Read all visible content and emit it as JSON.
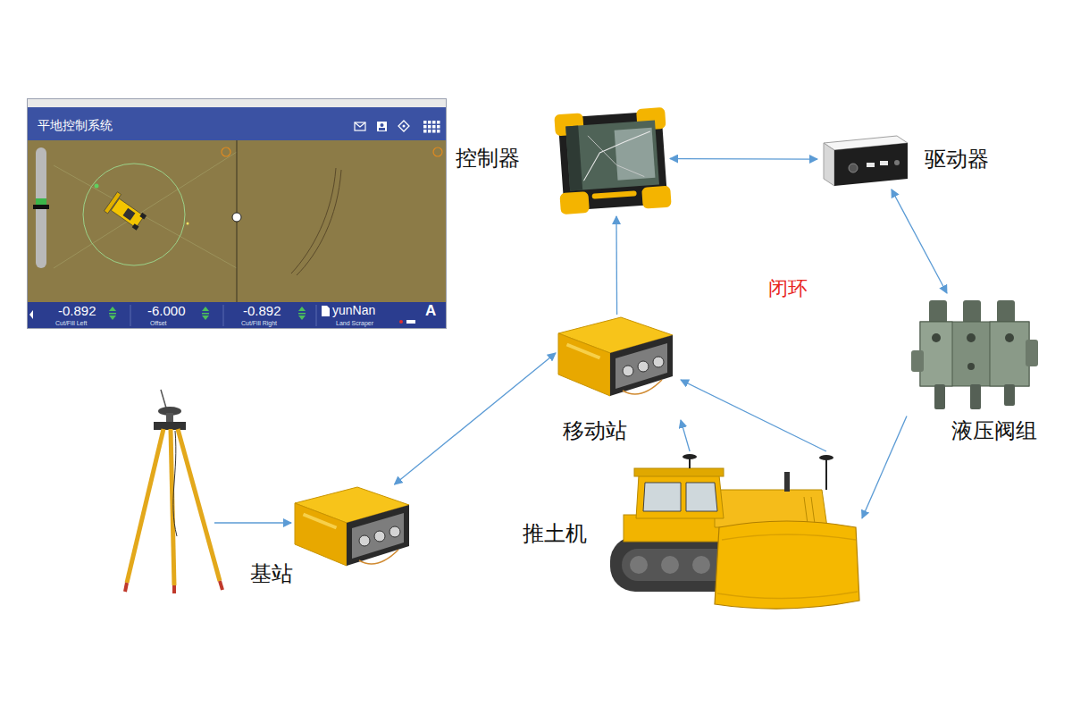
{
  "diagram": {
    "nodes": [
      {
        "text": [
          "平地控制系统",
          "-0.892",
          "Cut/Fill Left",
          "-6.000",
          "Offset",
          "-0.892",
          "Cut/Fill Right",
          "yunNan",
          "Land Scraper",
          "A"
        ]
      },
      {
        "text": [
          "控制器"
        ]
      },
      {
        "text": [
          "驱动器"
        ]
      },
      {
        "text": [
          "移动站"
        ]
      },
      {
        "text": [
          "液压阀组"
        ]
      },
      {
        "text": [
          "基站"
        ]
      },
      {
        "text": [
          "推土机"
        ]
      }
    ],
    "edges": [
      {
        "from": 1,
        "to": 2,
        "arrow": "both"
      },
      {
        "from": 3,
        "to": 1,
        "arrow": "to"
      },
      {
        "from": 2,
        "to": 4,
        "arrow": "both"
      },
      {
        "from": 4,
        "to": 6,
        "arrow": "to"
      },
      {
        "from": 5,
        "to": 3,
        "arrow": "both"
      },
      {
        "from": 6,
        "to": 3,
        "arrow": "to"
      },
      {
        "from": 6,
        "to": 3,
        "arrow": "to"
      }
    ],
    "labels": [
      "闭环"
    ]
  }
}
